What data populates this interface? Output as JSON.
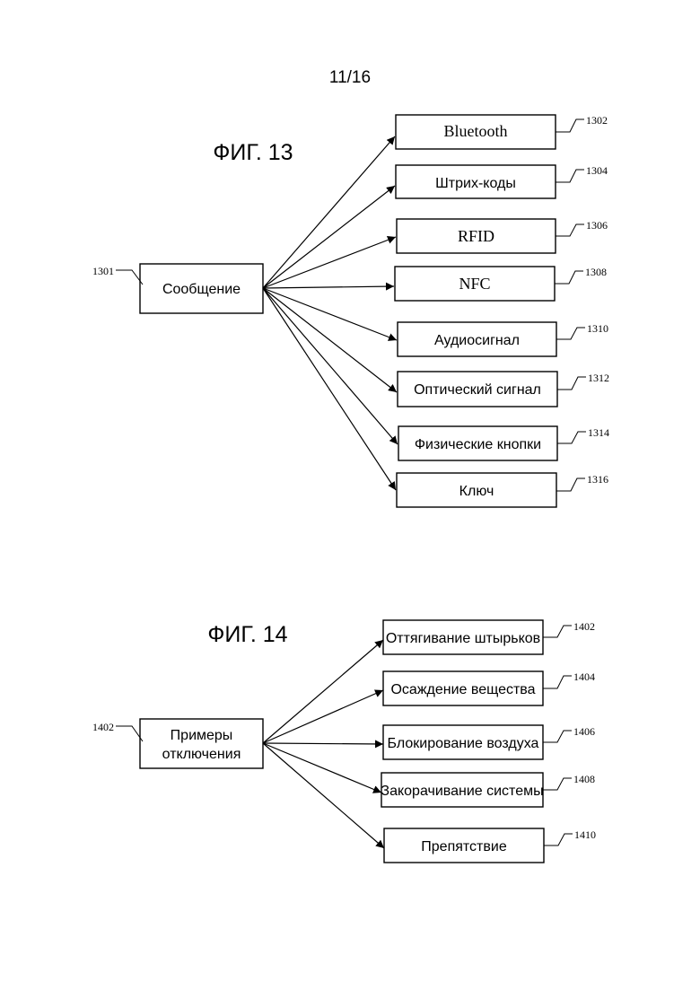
{
  "page_number": "11/16",
  "fig13": {
    "title": "ФИГ. 13",
    "source": {
      "label": "Сообщение",
      "ref": "1301"
    },
    "targets": [
      {
        "label": "Bluetooth",
        "ref": "1302"
      },
      {
        "label": "Штрих-коды",
        "ref": "1304"
      },
      {
        "label": "RFID",
        "ref": "1306"
      },
      {
        "label": "NFC",
        "ref": "1308"
      },
      {
        "label": "Аудиосигнал",
        "ref": "1310"
      },
      {
        "label": "Оптический сигнал",
        "ref": "1312"
      },
      {
        "label": "Физические кнопки",
        "ref": "1314"
      },
      {
        "label": "Ключ",
        "ref": "1316"
      }
    ]
  },
  "fig14": {
    "title": "ФИГ. 14",
    "source": {
      "label_line1": "Примеры",
      "label_line2": "отключения",
      "ref": "1402"
    },
    "targets": [
      {
        "label": "Оттягивание штырьков",
        "ref": "1402"
      },
      {
        "label": "Осаждение вещества",
        "ref": "1404"
      },
      {
        "label": "Блокирование воздуха",
        "ref": "1406"
      },
      {
        "label": "Закорачивание системы",
        "ref": "1408"
      },
      {
        "label": "Препятствие",
        "ref": "1410"
      }
    ]
  }
}
